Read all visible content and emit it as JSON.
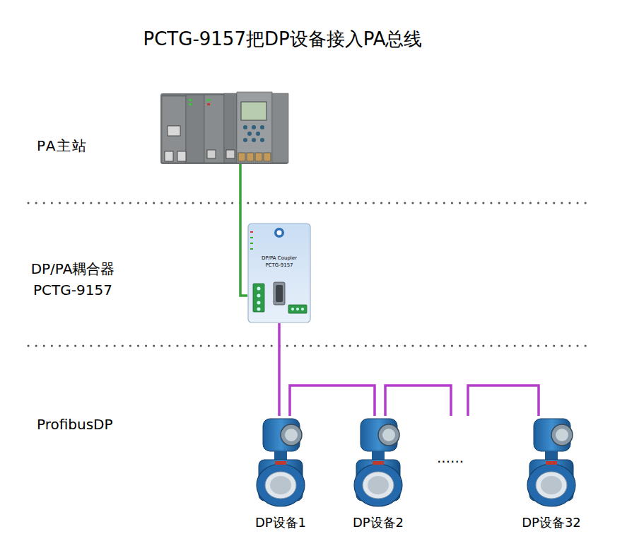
{
  "diagram": {
    "title": "PCTG-9157把DP设备接入PA总线",
    "nodes": [
      {
        "text": [
          "PA主站"
        ]
      },
      {
        "text": [
          "DP/PA耦合器 PCTG-9157",
          "DP/PA Coupler",
          "PCTG-9157"
        ]
      },
      {
        "text": [
          "DP设备1"
        ]
      },
      {
        "text": [
          "DP设备2"
        ]
      },
      {
        "text": [
          "DP设备32"
        ]
      }
    ],
    "edges": [
      {
        "from": 0,
        "to": 1,
        "arrow": "none"
      },
      {
        "from": 1,
        "to": 2,
        "arrow": "none"
      },
      {
        "from": 2,
        "to": 3,
        "arrow": "none"
      },
      {
        "from": 3,
        "to": 4,
        "arrow": "none"
      }
    ],
    "labels": [
      "ProfibusDP",
      "······"
    ]
  }
}
